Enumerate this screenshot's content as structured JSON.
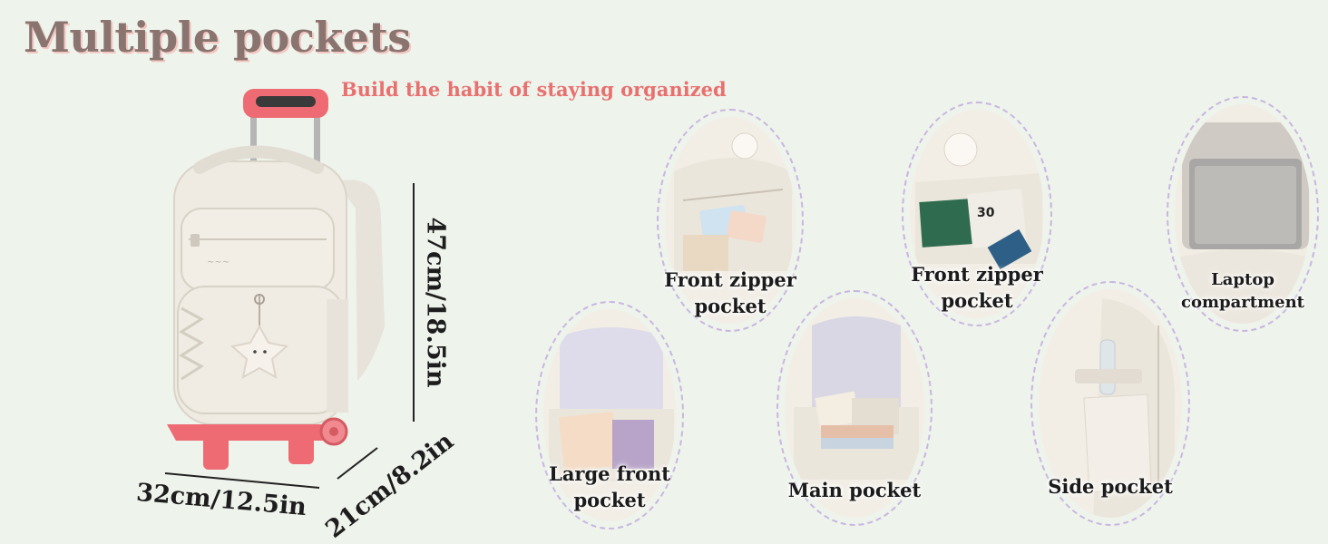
{
  "header": {
    "title": "Multiple pockets",
    "subtitle": "Build the habit of staying organized"
  },
  "dimensions": {
    "height": "47cm/18.5in",
    "width": "32cm/12.5in",
    "depth": "21cm/8.2in"
  },
  "pockets": [
    {
      "line1": "Front zipper",
      "line2": "pocket"
    },
    {
      "line1": "Front zipper",
      "line2": "pocket"
    },
    {
      "line1": "Laptop",
      "line2": "compartment"
    },
    {
      "line1": "Large front",
      "line2": "pocket"
    },
    {
      "line1": "Main pocket",
      "line2": ""
    },
    {
      "line1": "Side pocket",
      "line2": ""
    }
  ],
  "colors": {
    "background": "#eef3ec",
    "title": "#8a7470",
    "subtitle": "#e8716f",
    "handle_and_wheels": "#ef6b73",
    "bag": "#efebe3",
    "oval_border": "#c8b7e0"
  },
  "icons": [
    "star-plush-charm-icon",
    "trolley-handle-icon",
    "wheel-icon"
  ]
}
